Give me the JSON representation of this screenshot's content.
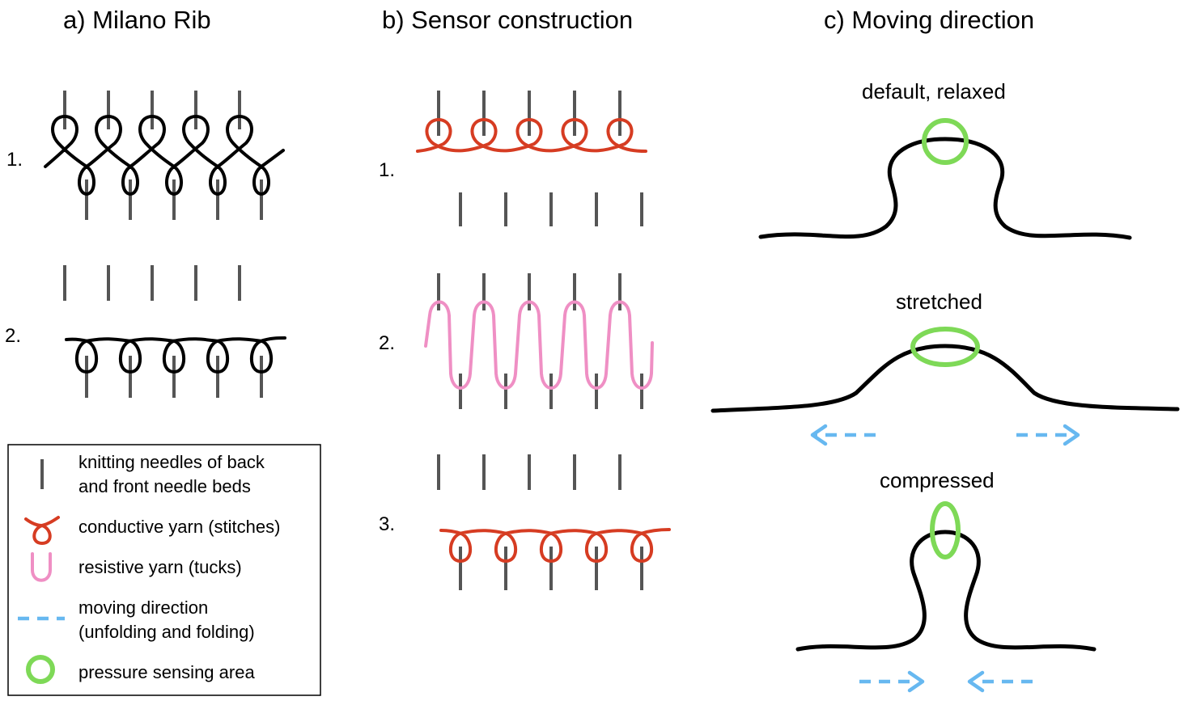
{
  "panels": {
    "a": {
      "title": "a) Milano Rib",
      "steps": [
        "1.",
        "2."
      ]
    },
    "b": {
      "title": "b) Sensor construction",
      "steps": [
        "1.",
        "2.",
        "3."
      ]
    },
    "c": {
      "title": "c) Moving direction",
      "states": [
        "default, relaxed",
        "stretched",
        "compressed"
      ]
    }
  },
  "legend": {
    "needles": [
      "knitting needles of back",
      "and front needle beds"
    ],
    "conductive": "conductive yarn (stitches)",
    "resistive": "resistive yarn (tucks)",
    "moving": [
      "moving direction",
      "(unfolding and folding)"
    ],
    "pressure": "pressure sensing area"
  },
  "colors": {
    "needle": "#555555",
    "conductive_yarn": "#d63c22",
    "resistive_yarn": "#ef8fc4",
    "moving_direction": "#67b8f0",
    "pressure_area": "#7ed957"
  }
}
